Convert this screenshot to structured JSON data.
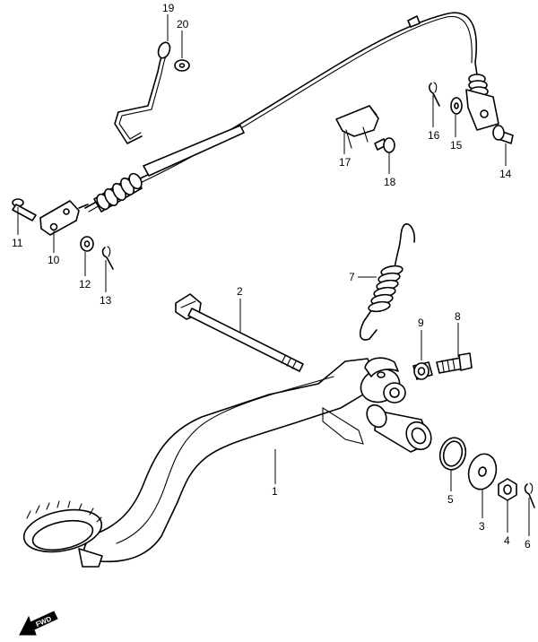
{
  "diagram": {
    "callouts": [
      "19",
      "20",
      "16",
      "15",
      "14",
      "17",
      "18",
      "11",
      "10",
      "12",
      "13",
      "7",
      "2",
      "9",
      "8",
      "1",
      "5",
      "3",
      "4",
      "6"
    ],
    "fwd_label": "FWD",
    "colors": {
      "ink": "#000000",
      "paper": "#ffffff"
    }
  }
}
